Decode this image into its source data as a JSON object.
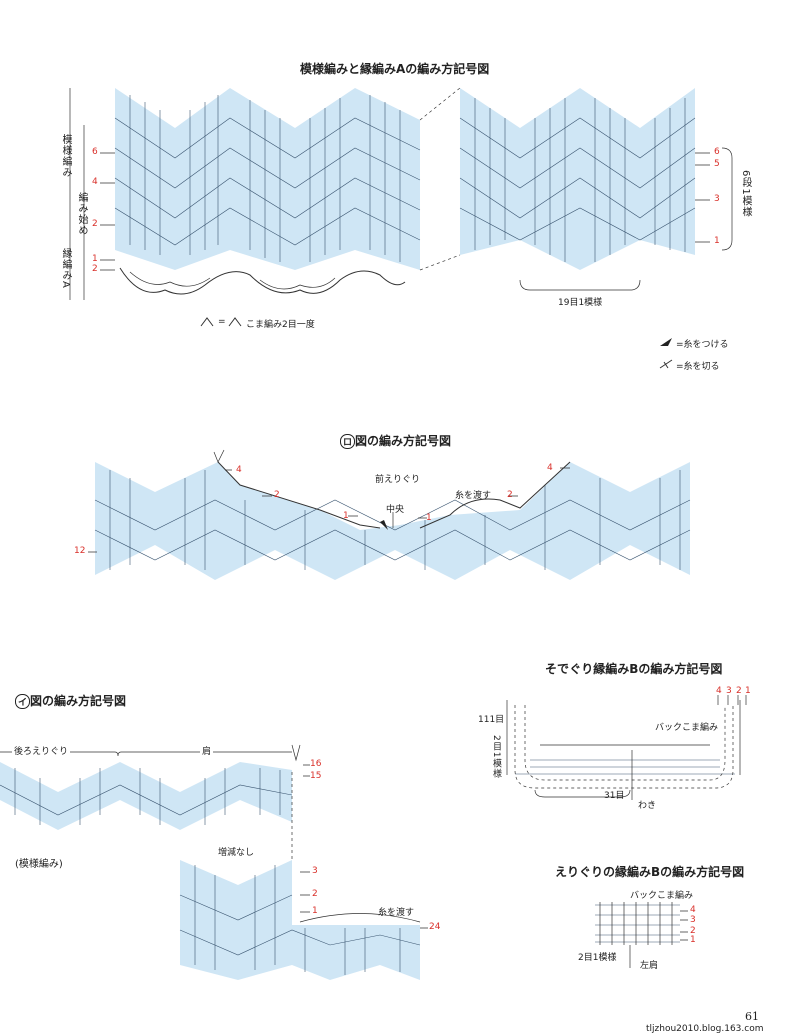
{
  "diagram_a": {
    "title": "模様編みと縁編みAの編み方記号図",
    "left_rows": [
      "6",
      "4",
      "2",
      "1",
      "2"
    ],
    "right_rows": [
      "6",
      "5",
      "3",
      "1"
    ],
    "side_label_pattern": "模様編み",
    "side_label_start": "編み始め",
    "side_label_edge": "縁編みA",
    "side_label_repeat_rows": "6段1模様",
    "repeat_stitches": "19目1模様",
    "legend_sc2tog": "こま編み2目一度",
    "legend_join": "=糸をつける",
    "legend_cut": "=糸を切る"
  },
  "diagram_ro": {
    "title": "図の編み方記号図",
    "badge": "ロ",
    "label_front_neck": "前えりぐり",
    "label_center": "中央",
    "label_carry_yarn": "糸を渡す",
    "rows": [
      "4",
      "2",
      "1",
      "1",
      "2",
      "4",
      "12"
    ]
  },
  "diagram_i": {
    "title": "図の編み方記号図",
    "badge": "イ",
    "label_back_neck": "後ろえりぐり",
    "label_shoulder": "肩",
    "label_pattern": "(模様編み)",
    "label_no_change": "増減なし",
    "label_carry_yarn": "糸を渡す",
    "rows_top": [
      "16",
      "15"
    ],
    "rows_bottom": [
      "3",
      "2",
      "1",
      "24"
    ]
  },
  "diagram_sleeve": {
    "title": "そでぐり縁編みBの編み方記号図",
    "top_numbers": [
      "4",
      "3",
      "2",
      "1"
    ],
    "label_111": "111目",
    "label_repeat": "2目1模様",
    "label_back_sc": "バックこま編み",
    "label_31": "31目",
    "label_side": "わき"
  },
  "diagram_collar": {
    "title": "えりぐりの縁編みBの編み方記号図",
    "label_back_sc": "バックこま編み",
    "rows": [
      "4",
      "3",
      "2",
      "1"
    ],
    "label_repeat": "2目1模様",
    "label_left_shoulder": "左肩"
  },
  "page_number": "61",
  "footer_url": "tljzhou2010.blog.163.com"
}
